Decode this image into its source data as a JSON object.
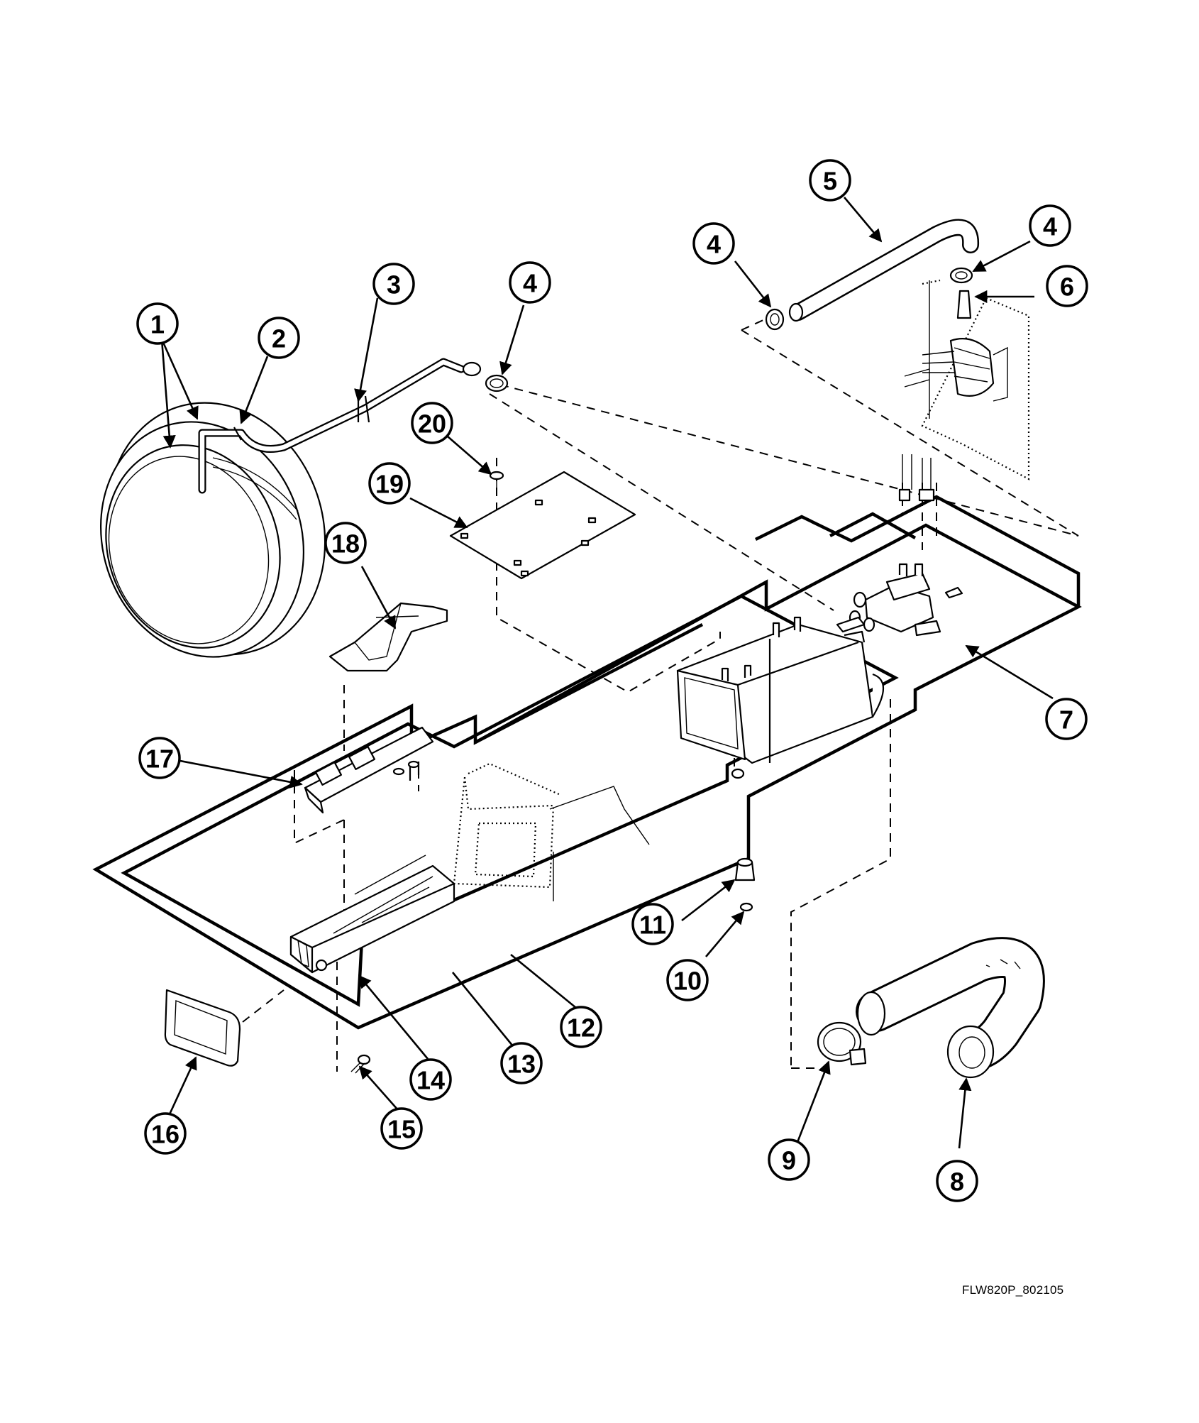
{
  "diagram": {
    "type": "exploded-parts-diagram",
    "figure_code": "FLW820P_802105",
    "callout_labels": [
      "1",
      "2",
      "3",
      "4",
      "4",
      "4",
      "5",
      "6",
      "7",
      "8",
      "9",
      "10",
      "11",
      "12",
      "13",
      "14",
      "15",
      "16",
      "17",
      "18",
      "19",
      "20"
    ]
  }
}
